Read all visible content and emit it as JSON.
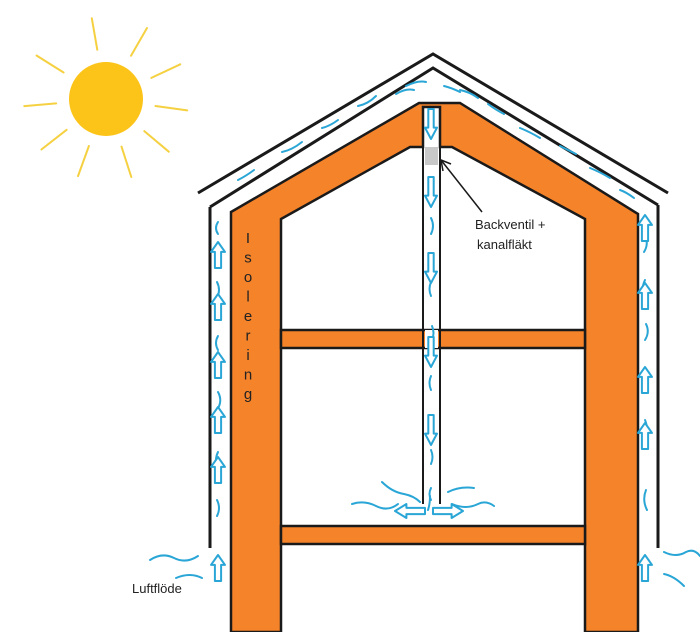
{
  "labels": {
    "insulation": "Isolering",
    "valve_line1": "Backventil +",
    "valve_line2": "kanalfläkt",
    "airflow": "Luftflöde"
  },
  "colors": {
    "insulation": "#f5832a",
    "sun": "#fcc419",
    "sun_rays": "#f5d142",
    "airflow": "#2aa6d6",
    "outline": "#1a1a1a",
    "valve": "#c8c8c8"
  },
  "icons": {
    "sun": "sun-icon",
    "arrow": "airflow-arrow-icon"
  }
}
